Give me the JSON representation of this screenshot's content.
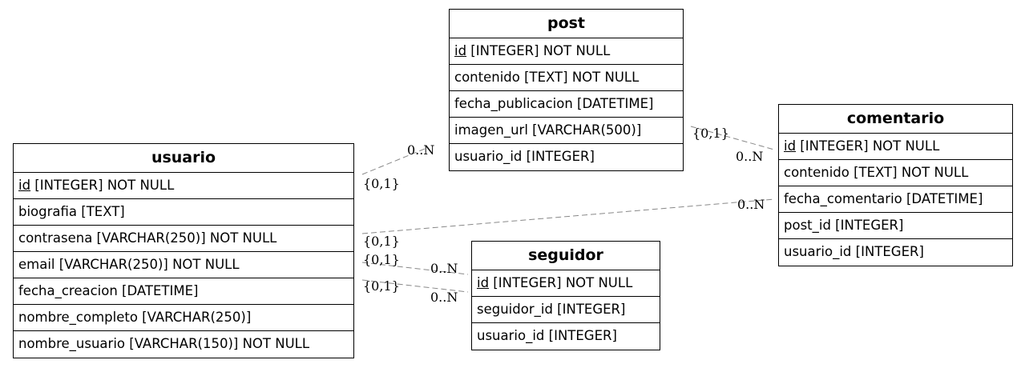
{
  "entities": {
    "post": {
      "title": "post",
      "fields": [
        {
          "pk": "id",
          "rest": " [INTEGER] NOT NULL"
        },
        {
          "rest": "contenido [TEXT] NOT NULL"
        },
        {
          "rest": "fecha_publicacion [DATETIME]"
        },
        {
          "rest": "imagen_url [VARCHAR(500)]"
        },
        {
          "rest": "usuario_id [INTEGER]"
        }
      ]
    },
    "comentario": {
      "title": "comentario",
      "fields": [
        {
          "pk": "id",
          "rest": " [INTEGER] NOT NULL"
        },
        {
          "rest": "contenido [TEXT] NOT NULL"
        },
        {
          "rest": "fecha_comentario [DATETIME]"
        },
        {
          "rest": "post_id [INTEGER]"
        },
        {
          "rest": "usuario_id [INTEGER]"
        }
      ]
    },
    "usuario": {
      "title": "usuario",
      "fields": [
        {
          "pk": "id",
          "rest": " [INTEGER] NOT NULL"
        },
        {
          "rest": "biografia [TEXT]"
        },
        {
          "rest": "contrasena [VARCHAR(250)] NOT NULL"
        },
        {
          "rest": "email [VARCHAR(250)] NOT NULL"
        },
        {
          "rest": "fecha_creacion [DATETIME]"
        },
        {
          "rest": "nombre_completo [VARCHAR(250)]"
        },
        {
          "rest": "nombre_usuario [VARCHAR(150)] NOT NULL"
        }
      ]
    },
    "seguidor": {
      "title": "seguidor",
      "fields": [
        {
          "pk": "id",
          "rest": " [INTEGER] NOT NULL"
        },
        {
          "rest": "seguidor_id [INTEGER]"
        },
        {
          "rest": "usuario_id [INTEGER]"
        }
      ]
    }
  },
  "relations": [
    {
      "from": "usuario",
      "to": "post",
      "from_card": "{0,1}",
      "to_card": "0..N"
    },
    {
      "from": "post",
      "to": "comentario",
      "from_card": "{0,1}",
      "to_card": "0..N"
    },
    {
      "from": "usuario",
      "to": "comentario",
      "from_card": "{0,1}",
      "to_card": "0..N"
    },
    {
      "from": "usuario",
      "to": "seguidor",
      "from_card": "{0,1}",
      "to_card": "0..N"
    },
    {
      "from": "usuario",
      "to": "seguidor",
      "from_card": "{0,1}",
      "to_card": "0..N"
    }
  ],
  "line_color": "#888888"
}
